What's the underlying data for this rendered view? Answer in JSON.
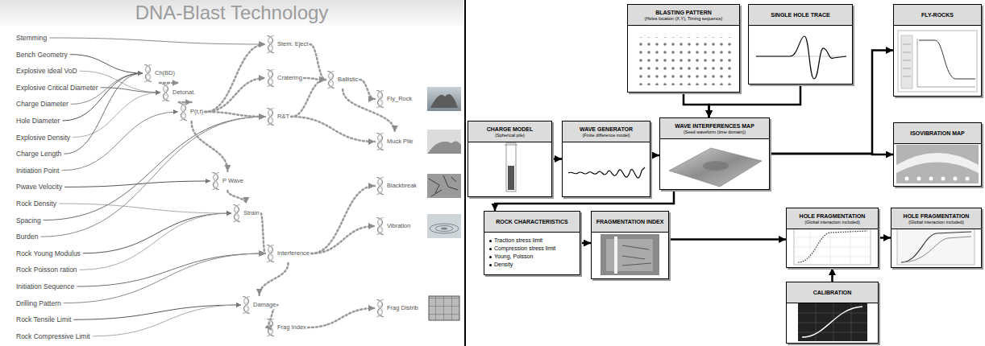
{
  "diagram": {
    "title": "DNA-Blast Technology",
    "nodes": [
      {
        "text": [
          "Stemming"
        ]
      },
      {
        "text": [
          "Bench Geometry"
        ]
      },
      {
        "text": [
          "Explosive Ideal VoD"
        ]
      },
      {
        "text": [
          "Explosive Critical Diameter"
        ]
      },
      {
        "text": [
          "Charge Diameter"
        ]
      },
      {
        "text": [
          "Hole Diameter"
        ]
      },
      {
        "text": [
          "Explosive Density"
        ]
      },
      {
        "text": [
          "Charge Length"
        ]
      },
      {
        "text": [
          "Initiation Point"
        ]
      },
      {
        "text": [
          "Pwave Velocity"
        ]
      },
      {
        "text": [
          "Rock Density"
        ]
      },
      {
        "text": [
          "Spacing"
        ]
      },
      {
        "text": [
          "Burden"
        ]
      },
      {
        "text": [
          "Rock Young Modulus"
        ]
      },
      {
        "text": [
          "Rock Poisson ration"
        ]
      },
      {
        "text": [
          "Initiation Sequence"
        ]
      },
      {
        "text": [
          "Drilling Pattern"
        ]
      },
      {
        "text": [
          "Rock Tensile Limit"
        ]
      },
      {
        "text": [
          "Rock Compressive Limit"
        ]
      },
      {
        "text": [
          "Ch(BD)"
        ]
      },
      {
        "text": [
          "Detonat."
        ]
      },
      {
        "text": [
          "P(t,t)"
        ]
      },
      {
        "text": [
          "Stem. Eject"
        ]
      },
      {
        "text": [
          "Cratering"
        ]
      },
      {
        "text": [
          "R&T"
        ]
      },
      {
        "text": [
          "Ballistic"
        ]
      },
      {
        "text": [
          "P Wave"
        ]
      },
      {
        "text": [
          "Strain"
        ]
      },
      {
        "text": [
          "Interference"
        ]
      },
      {
        "text": [
          "Damage"
        ]
      },
      {
        "text": [
          "Frag Index"
        ]
      },
      {
        "text": [
          "Fly_Rock"
        ]
      },
      {
        "text": [
          "Muck Pile"
        ]
      },
      {
        "text": [
          "Blackbreak"
        ]
      },
      {
        "text": [
          "Vibration"
        ]
      },
      {
        "text": [
          "Frag Distrib"
        ]
      },
      {
        "text": [
          "BLASTING PATTERN",
          "(Holes location (X,Y), Timing sequence)"
        ]
      },
      {
        "text": [
          "SINGLE HOLE TRACE"
        ]
      },
      {
        "text": [
          "FLY-ROCKS"
        ]
      },
      {
        "text": [
          "CHARGE MODEL",
          "(Spherical pile)"
        ]
      },
      {
        "text": [
          "WAVE GENERATOR",
          "(Finite difference model)"
        ]
      },
      {
        "text": [
          "WAVE INTERFERENCES MAP",
          "(Seed waveform (time domain))"
        ]
      },
      {
        "text": [
          "ISOVIBRATION MAP"
        ]
      },
      {
        "text": [
          "ROCK CHARACTERISTICS",
          "Traction stress limit",
          "Compression stress limit",
          "Young, Poisson",
          "Density"
        ]
      },
      {
        "text": [
          "FRAGMENTATION INDEX"
        ]
      },
      {
        "text": [
          "HOLE FRAGMENTATION",
          "(Global interaction included)"
        ]
      },
      {
        "text": [
          "HOLE FRAGMENTATION",
          "(Global interaction included)"
        ]
      },
      {
        "text": [
          "CALIBRATION"
        ]
      }
    ],
    "edges": [
      {
        "from": 0,
        "to": 22,
        "arrow": "to"
      },
      {
        "from": 1,
        "to": 19,
        "arrow": "to"
      },
      {
        "from": 2,
        "to": 20,
        "arrow": "to"
      },
      {
        "from": 3,
        "to": 20,
        "arrow": "to"
      },
      {
        "from": 4,
        "to": 19,
        "arrow": "to"
      },
      {
        "from": 5,
        "to": 19,
        "arrow": "to"
      },
      {
        "from": 6,
        "to": 20,
        "arrow": "to"
      },
      {
        "from": 7,
        "to": 19,
        "arrow": "to"
      },
      {
        "from": 8,
        "to": 21,
        "arrow": "to"
      },
      {
        "from": 9,
        "to": 26,
        "arrow": "to"
      },
      {
        "from": 10,
        "to": 27,
        "arrow": "to"
      },
      {
        "from": 11,
        "to": 24,
        "arrow": "to"
      },
      {
        "from": 12,
        "to": 24,
        "arrow": "to"
      },
      {
        "from": 13,
        "to": 27,
        "arrow": "to"
      },
      {
        "from": 14,
        "to": 27,
        "arrow": "to"
      },
      {
        "from": 15,
        "to": 28,
        "arrow": "to"
      },
      {
        "from": 16,
        "to": 28,
        "arrow": "to"
      },
      {
        "from": 17,
        "to": 29,
        "arrow": "to"
      },
      {
        "from": 18,
        "to": 29,
        "arrow": "to"
      },
      {
        "from": 19,
        "to": 20,
        "arrow": "to"
      },
      {
        "from": 20,
        "to": 21,
        "arrow": "to"
      },
      {
        "from": 21,
        "to": 22,
        "arrow": "to"
      },
      {
        "from": 21,
        "to": 23,
        "arrow": "to"
      },
      {
        "from": 21,
        "to": 24,
        "arrow": "to"
      },
      {
        "from": 21,
        "to": 26,
        "arrow": "to"
      },
      {
        "from": 26,
        "to": 27,
        "arrow": "to"
      },
      {
        "from": 27,
        "to": 28,
        "arrow": "to"
      },
      {
        "from": 28,
        "to": 29,
        "arrow": "to"
      },
      {
        "from": 29,
        "to": 30,
        "arrow": "to"
      },
      {
        "from": 30,
        "to": 35,
        "arrow": "to"
      },
      {
        "from": 28,
        "to": 34,
        "arrow": "to"
      },
      {
        "from": 28,
        "to": 33,
        "arrow": "to"
      },
      {
        "from": 22,
        "to": 25,
        "arrow": "to"
      },
      {
        "from": 23,
        "to": 25,
        "arrow": "to"
      },
      {
        "from": 24,
        "to": 25,
        "arrow": "to"
      },
      {
        "from": 25,
        "to": 31,
        "arrow": "to"
      },
      {
        "from": 24,
        "to": 32,
        "arrow": "to"
      },
      {
        "from": 25,
        "to": 32,
        "arrow": "to"
      },
      {
        "from": 39,
        "to": 40,
        "arrow": "to"
      },
      {
        "from": 40,
        "to": 41,
        "arrow": "to"
      },
      {
        "from": 36,
        "to": 41,
        "arrow": "to"
      },
      {
        "from": 37,
        "to": 41,
        "arrow": "to"
      },
      {
        "from": 41,
        "to": 38,
        "arrow": "to"
      },
      {
        "from": 41,
        "to": 42,
        "arrow": "to"
      },
      {
        "from": 41,
        "to": 43,
        "arrow": "to"
      },
      {
        "from": 43,
        "to": 44,
        "arrow": "to"
      },
      {
        "from": 44,
        "to": 45,
        "arrow": "to"
      },
      {
        "from": 47,
        "to": 45,
        "arrow": "to"
      },
      {
        "from": 45,
        "to": 46,
        "arrow": "to"
      }
    ]
  }
}
